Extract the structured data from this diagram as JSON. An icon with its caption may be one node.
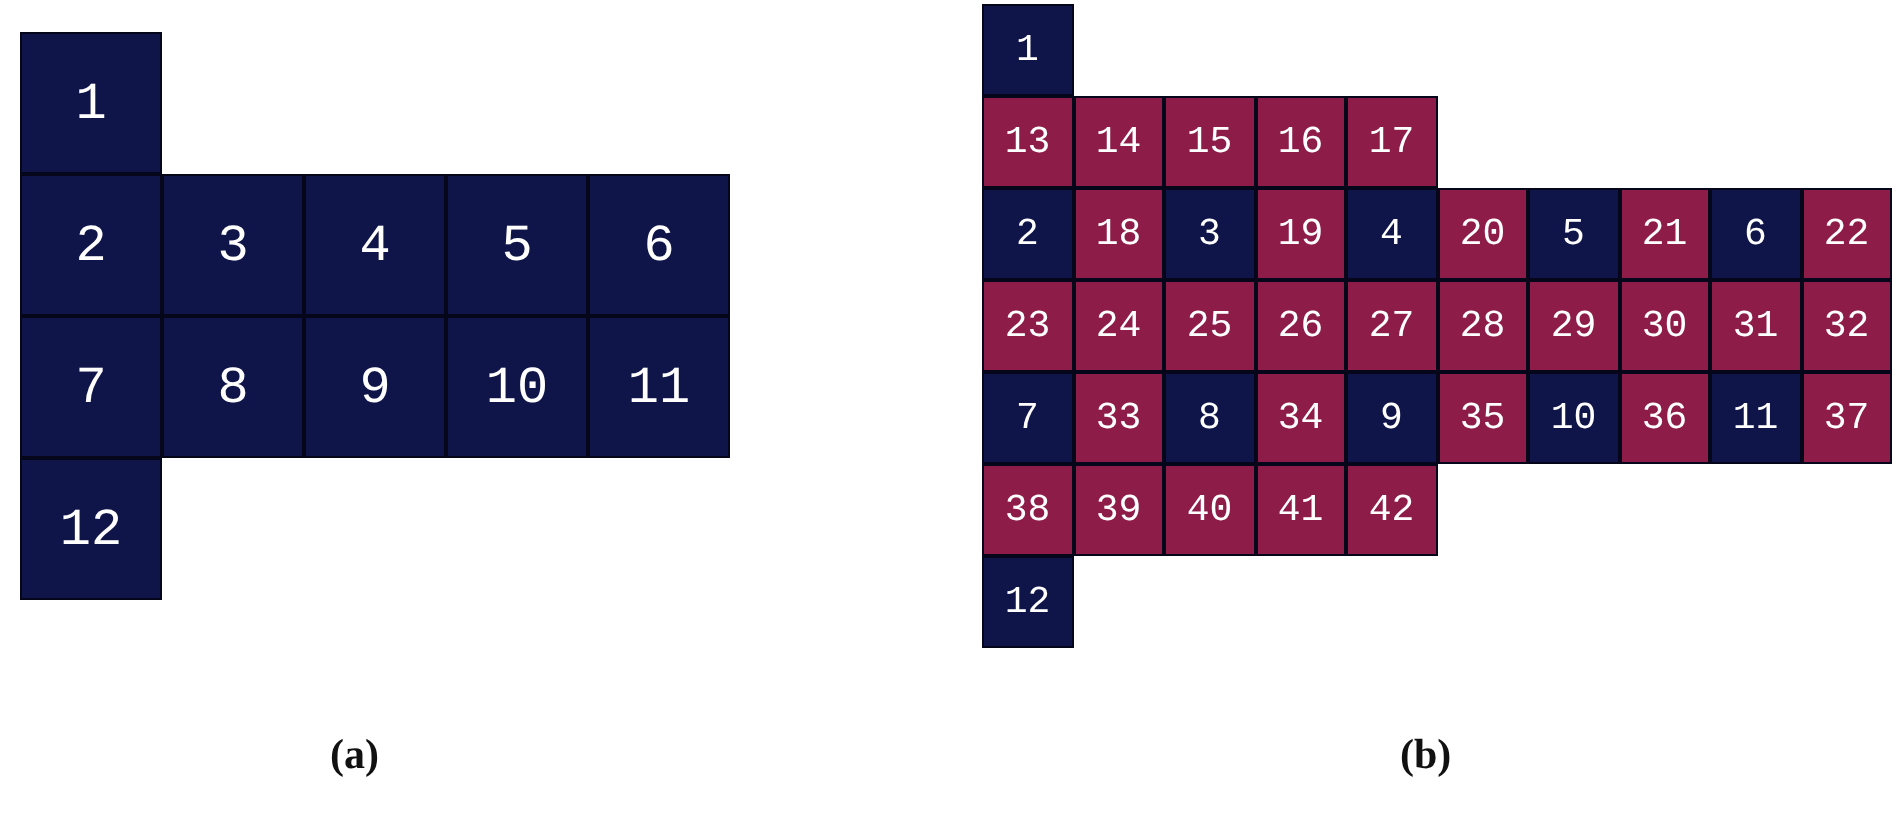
{
  "diagram": {
    "nodes": [
      {
        "text": [
          "1"
        ]
      },
      {
        "text": [
          "2"
        ]
      },
      {
        "text": [
          "3"
        ]
      },
      {
        "text": [
          "4"
        ]
      },
      {
        "text": [
          "5"
        ]
      },
      {
        "text": [
          "6"
        ]
      },
      {
        "text": [
          "7"
        ]
      },
      {
        "text": [
          "8"
        ]
      },
      {
        "text": [
          "9"
        ]
      },
      {
        "text": [
          "10"
        ]
      },
      {
        "text": [
          "11"
        ]
      },
      {
        "text": [
          "12"
        ]
      },
      {
        "text": [
          "1"
        ]
      },
      {
        "text": [
          "13"
        ]
      },
      {
        "text": [
          "14"
        ]
      },
      {
        "text": [
          "15"
        ]
      },
      {
        "text": [
          "16"
        ]
      },
      {
        "text": [
          "17"
        ]
      },
      {
        "text": [
          "2"
        ]
      },
      {
        "text": [
          "18"
        ]
      },
      {
        "text": [
          "3"
        ]
      },
      {
        "text": [
          "19"
        ]
      },
      {
        "text": [
          "4"
        ]
      },
      {
        "text": [
          "20"
        ]
      },
      {
        "text": [
          "5"
        ]
      },
      {
        "text": [
          "21"
        ]
      },
      {
        "text": [
          "6"
        ]
      },
      {
        "text": [
          "22"
        ]
      },
      {
        "text": [
          "23"
        ]
      },
      {
        "text": [
          "24"
        ]
      },
      {
        "text": [
          "25"
        ]
      },
      {
        "text": [
          "26"
        ]
      },
      {
        "text": [
          "27"
        ]
      },
      {
        "text": [
          "28"
        ]
      },
      {
        "text": [
          "29"
        ]
      },
      {
        "text": [
          "30"
        ]
      },
      {
        "text": [
          "31"
        ]
      },
      {
        "text": [
          "32"
        ]
      },
      {
        "text": [
          "7"
        ]
      },
      {
        "text": [
          "33"
        ]
      },
      {
        "text": [
          "8"
        ]
      },
      {
        "text": [
          "34"
        ]
      },
      {
        "text": [
          "9"
        ]
      },
      {
        "text": [
          "35"
        ]
      },
      {
        "text": [
          "10"
        ]
      },
      {
        "text": [
          "36"
        ]
      },
      {
        "text": [
          "11"
        ]
      },
      {
        "text": [
          "37"
        ]
      },
      {
        "text": [
          "38"
        ]
      },
      {
        "text": [
          "39"
        ]
      },
      {
        "text": [
          "40"
        ]
      },
      {
        "text": [
          "41"
        ]
      },
      {
        "text": [
          "42"
        ]
      },
      {
        "text": [
          "12"
        ]
      }
    ],
    "labels": [
      "(a)",
      "(b)"
    ]
  }
}
